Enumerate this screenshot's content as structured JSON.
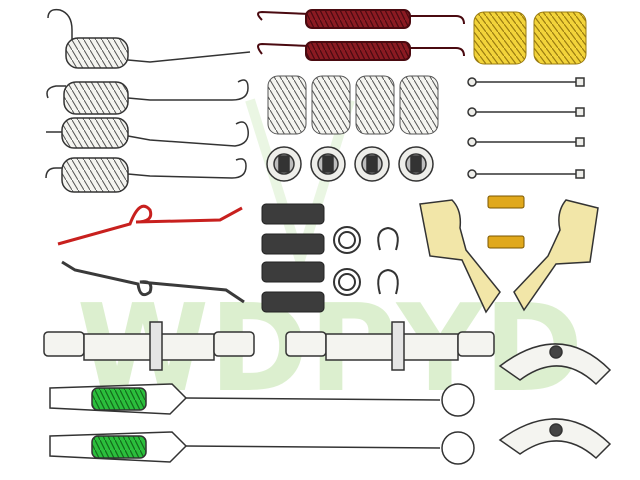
{
  "image": {
    "description_type": "brake hardware kit product photo",
    "background_color": "#ffffff"
  },
  "watermark": {
    "text": "WDPYD",
    "color": "#d4ecc4"
  },
  "colors": {
    "spring_white": "#f4f4f0",
    "spring_outline": "#333333",
    "spring_dark_red": "#8b1a22",
    "spring_yellow": "#f2d33a",
    "spring_green": "#2bbf3c",
    "lever_red": "#c8201e",
    "lever_gray": "#3a3a3a",
    "clip_black": "#3c3c3c",
    "bracket_cream": "#f2e6a8",
    "nut_gold": "#e0a81c",
    "metal_light": "#eeeeea"
  },
  "parts": [
    {
      "name": "return-springs-long-hook",
      "count": 4
    },
    {
      "name": "return-springs-dark-red",
      "count": 2
    },
    {
      "name": "hold-down-springs-yellow",
      "count": 2
    },
    {
      "name": "hold-down-springs-white",
      "count": 4
    },
    {
      "name": "hold-down-pins",
      "count": 4
    },
    {
      "name": "spring-retainer-cups",
      "count": 4
    },
    {
      "name": "adjuster-levers",
      "count": 2
    },
    {
      "name": "spring-clips",
      "count": 4
    },
    {
      "name": "c-washers-and-rings",
      "count": 4
    },
    {
      "name": "bleeder-screws",
      "count": 2
    },
    {
      "name": "park-brake-brackets",
      "count": 2
    },
    {
      "name": "adjuster-assemblies",
      "count": 2
    },
    {
      "name": "adjuster-cables-green-spring",
      "count": 2
    },
    {
      "name": "shoe-guide-plates",
      "count": 2
    }
  ]
}
